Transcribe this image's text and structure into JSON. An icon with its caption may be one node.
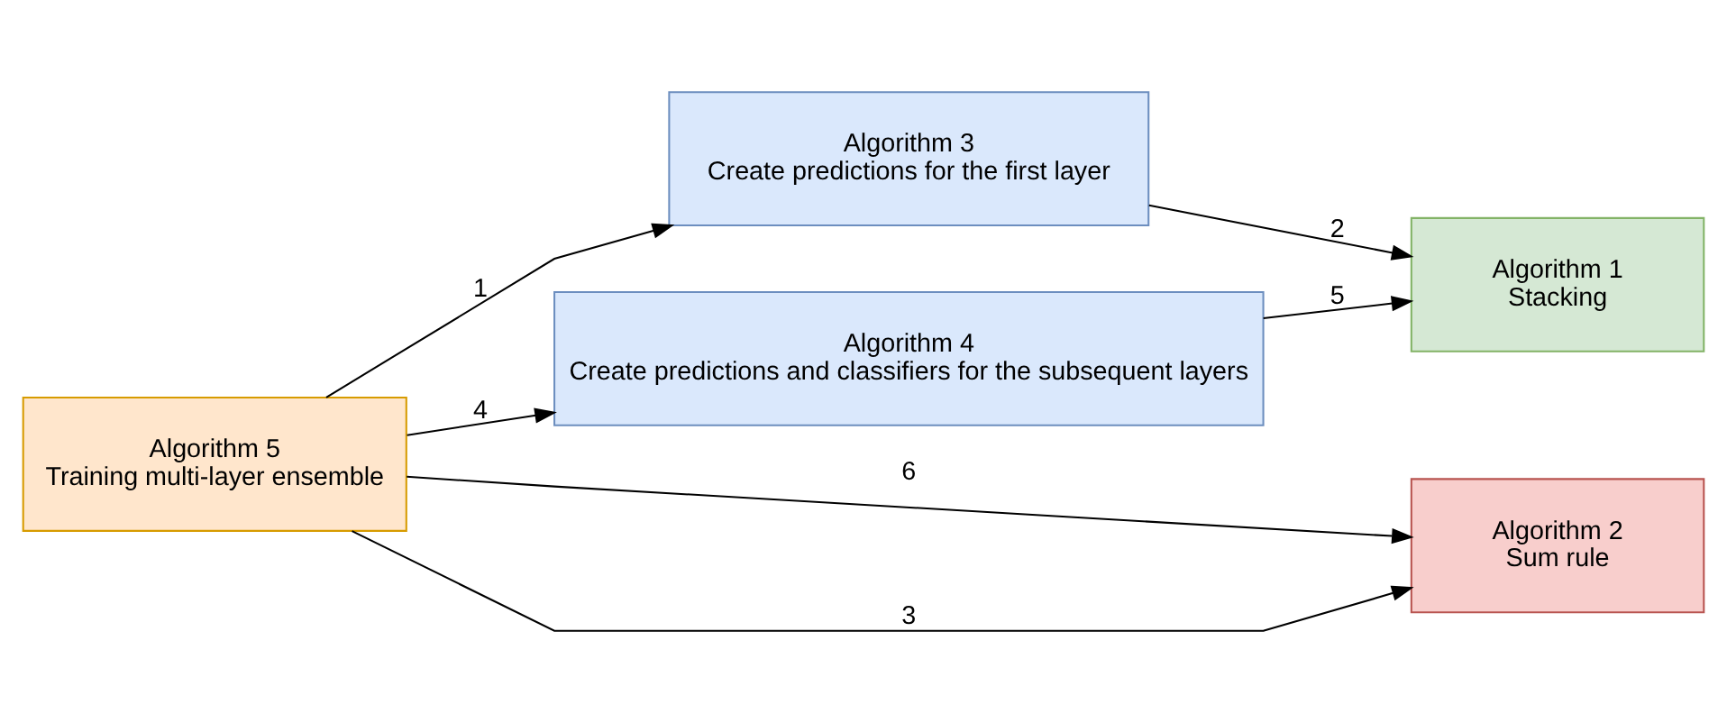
{
  "diagram": {
    "nodes": [
      {
        "text": [
          "Algorithm 5",
          "Training multi-layer ensemble"
        ]
      },
      {
        "text": [
          "Algorithm 3",
          "Create predictions for the first layer"
        ]
      },
      {
        "text": [
          "Algorithm 1",
          "Stacking"
        ]
      },
      {
        "text": [
          "Algorithm 2",
          "Sum rule"
        ]
      },
      {
        "text": [
          "Algorithm 4",
          "Create predictions and classifiers for the subsequent layers"
        ]
      }
    ],
    "edges": [
      {
        "from": 0,
        "to": 1,
        "arrow": "to",
        "label": "1"
      },
      {
        "from": 1,
        "to": 2,
        "arrow": "to",
        "label": "2"
      },
      {
        "from": 0,
        "to": 3,
        "arrow": "to",
        "label": "3"
      },
      {
        "from": 0,
        "to": 4,
        "arrow": "to",
        "label": "4"
      },
      {
        "from": 4,
        "to": 2,
        "arrow": "to",
        "label": "5"
      },
      {
        "from": 0,
        "to": 3,
        "arrow": "to",
        "label": "6"
      }
    ]
  }
}
